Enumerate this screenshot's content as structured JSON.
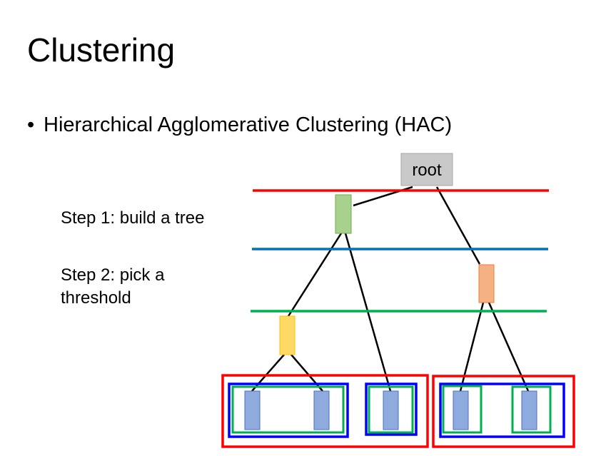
{
  "title": "Clustering",
  "bullet": {
    "marker": "•",
    "text": "Hierarchical Agglomerative Clustering (HAC)"
  },
  "steps": {
    "step1": "Step 1: build a tree",
    "step2_line1": "Step 2: pick a",
    "step2_line2": "threshold"
  },
  "tree": {
    "root_label": "root",
    "node_colors": {
      "root": "#c9c9c9",
      "green_node": "#a9d18e",
      "orange_node": "#f4b183",
      "yellow_node": "#ffd966",
      "leaf": "#8faadc"
    },
    "threshold_colors": {
      "top": "#ff0000",
      "middle": "#0070c0",
      "bottom": "#00b050"
    },
    "cluster_box_colors": {
      "red": "#ff0000",
      "blue": "#0000ff",
      "green": "#00b050"
    }
  }
}
